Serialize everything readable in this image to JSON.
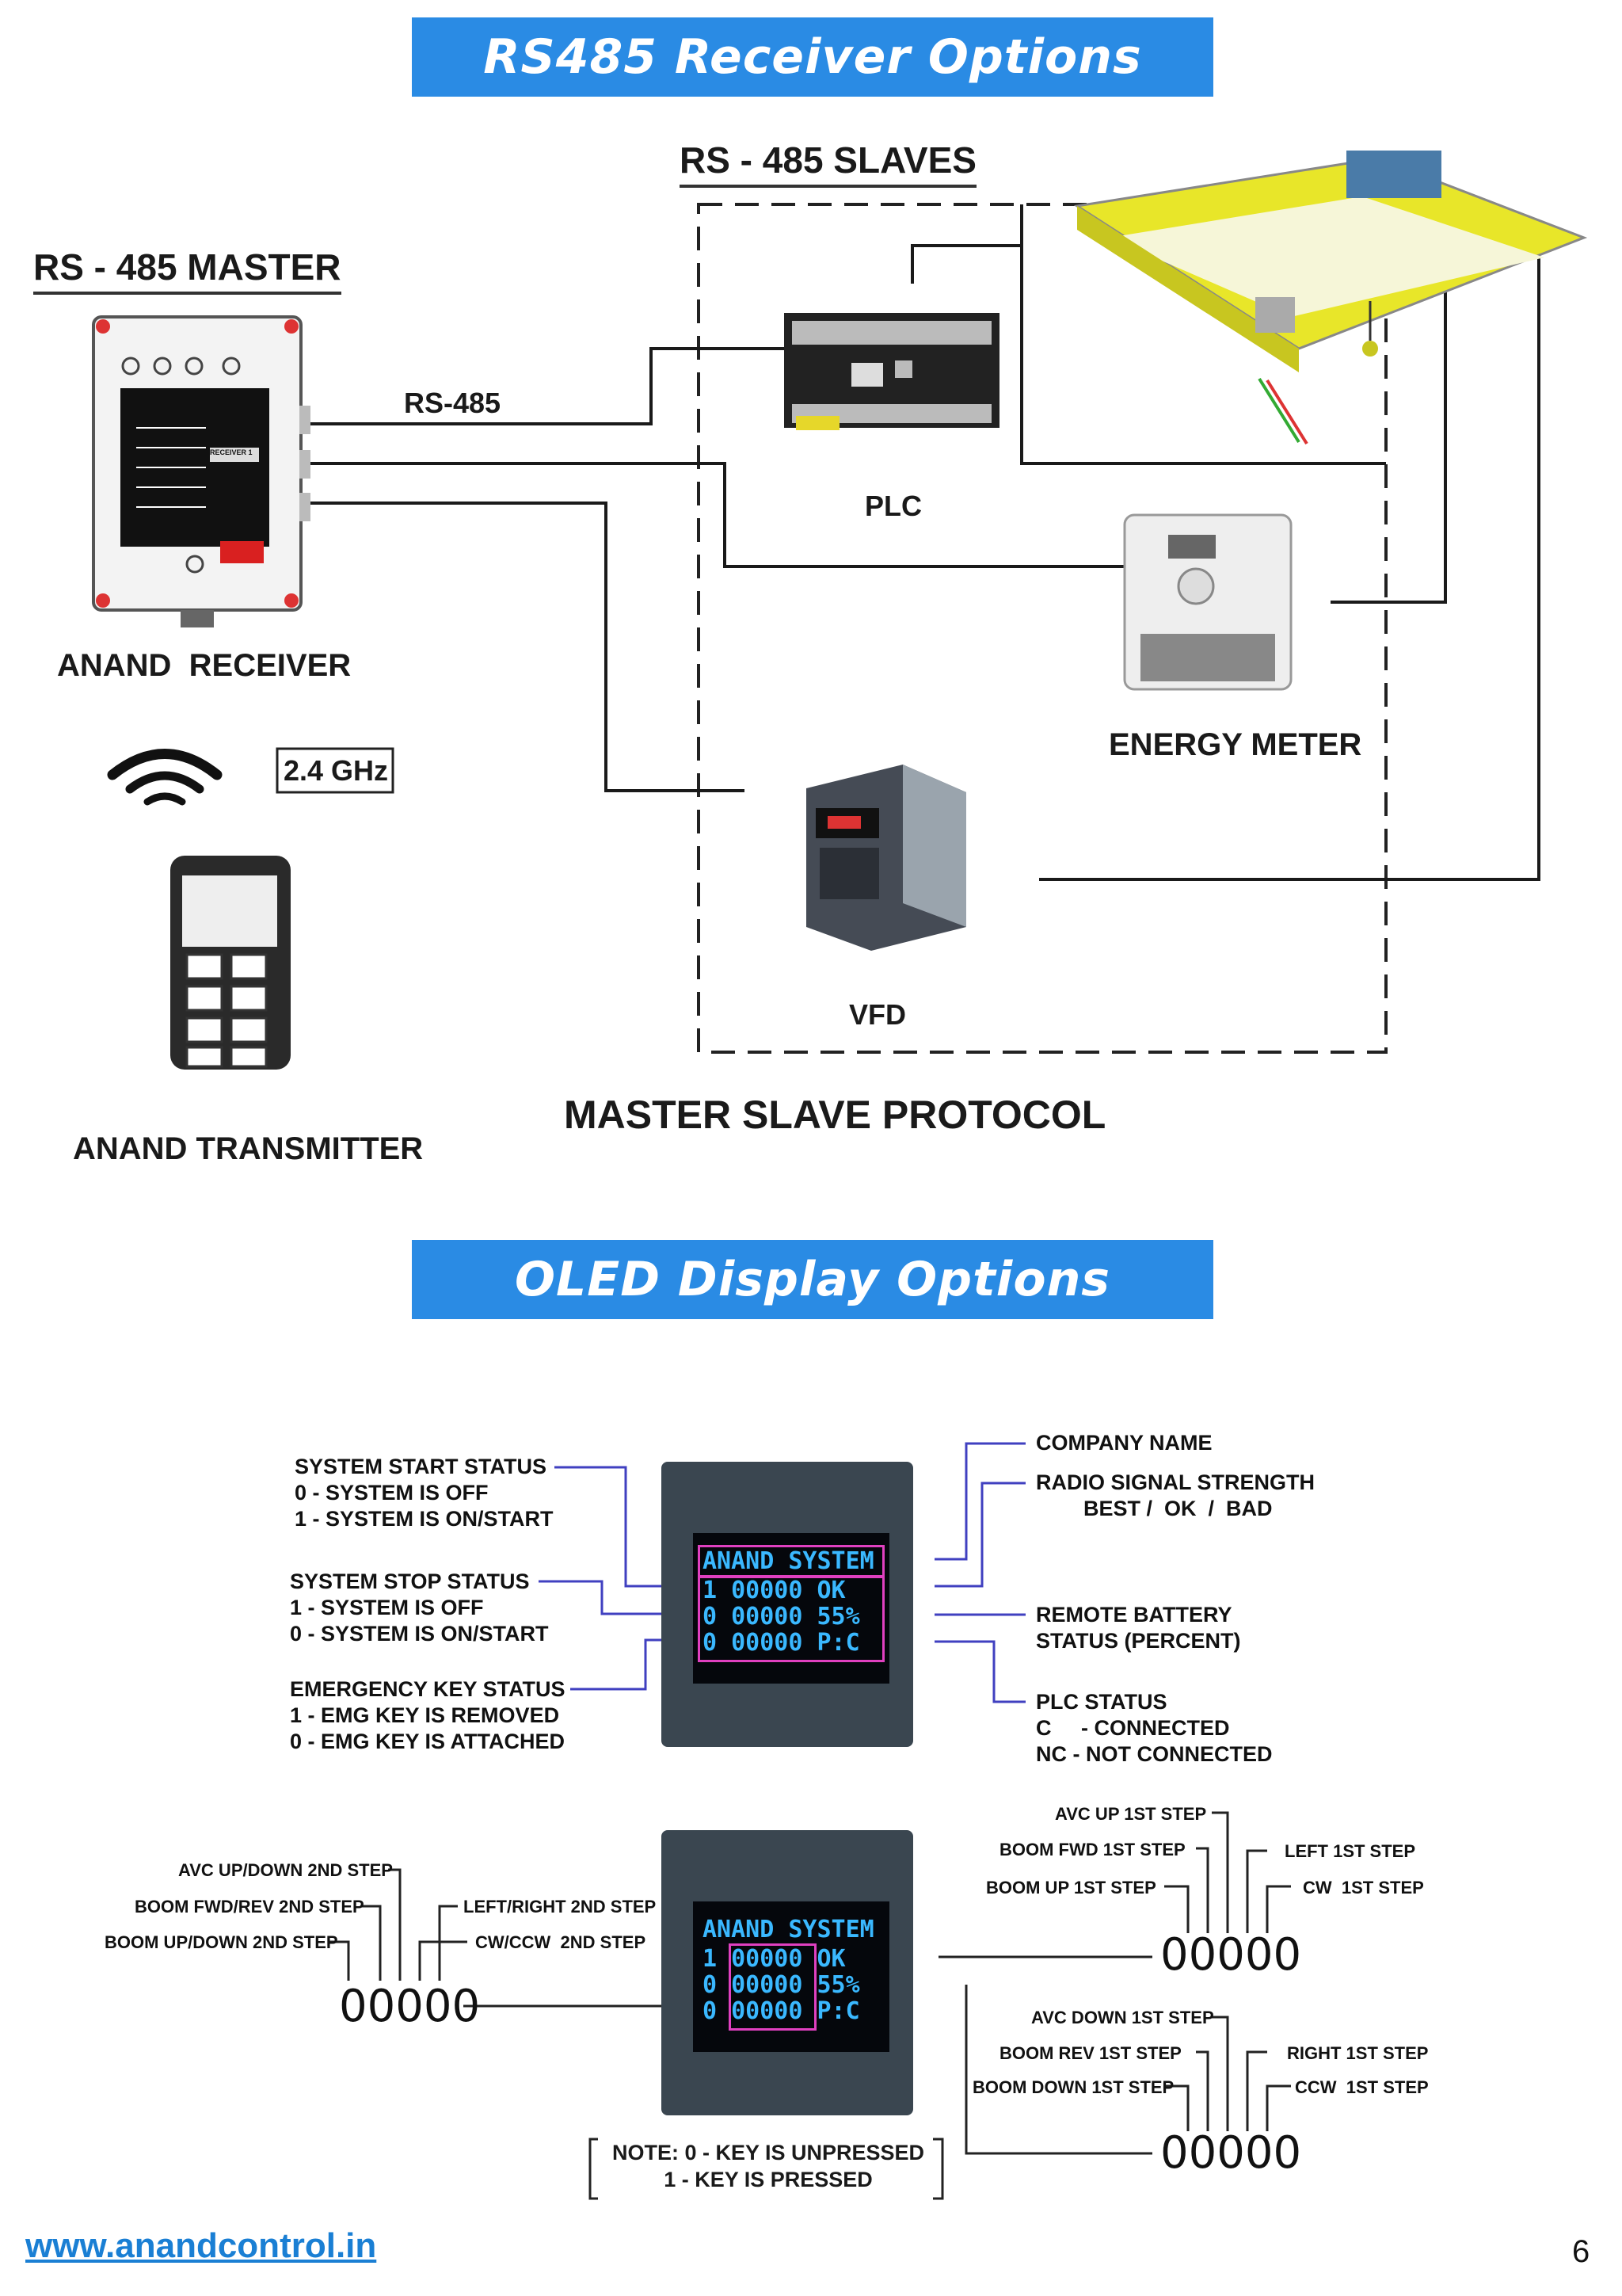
{
  "banners": {
    "rs485": "RS485 Receiver Options",
    "oled": "OLED Display Options"
  },
  "rs485": {
    "master_title": "RS - 485 MASTER",
    "slaves_title": "RS - 485 SLAVES",
    "bus_label": "RS-485",
    "receiver_label": "ANAND  RECEIVER",
    "freq_label": "2.4 GHz",
    "transmitter_label": "ANAND TRANSMITTER",
    "plc_label": "PLC",
    "energy_meter_label": "ENERGY METER",
    "vfd_label": "VFD",
    "protocol_label": "MASTER SLAVE PROTOCOL",
    "receiver_tag": "RECEIVER 1"
  },
  "oled": {
    "screen1": [
      "ANAND SYSTEM",
      "1 00000 OK",
      "0 00000 55%",
      "0 00000 P:C"
    ],
    "screen2": [
      "ANAND SYSTEM",
      "1 00000 OK",
      "0 00000 55%",
      "0 00000 P:C"
    ],
    "left_annotations": {
      "start": "SYSTEM START STATUS\n0 - SYSTEM IS OFF\n1 - SYSTEM IS ON/START",
      "stop": "SYSTEM STOP STATUS\n1 - SYSTEM IS OFF\n0 - SYSTEM IS ON/START",
      "emergency": "EMERGENCY KEY STATUS\n1 - EMG KEY IS REMOVED\n0 - EMG KEY IS ATTACHED"
    },
    "right_annotations": {
      "company": "COMPANY NAME",
      "radio": "RADIO SIGNAL STRENGTH\n        BEST /  OK  /  BAD",
      "battery": "REMOTE BATTERY\nSTATUS (PERCENT)",
      "plc": "PLC STATUS\nC     - CONNECTED\nNC - NOT CONNECTED"
    },
    "second_step": {
      "code": "00000",
      "avc": "AVC UP/DOWN 2ND STEP",
      "boom_fwd": "BOOM FWD/REV 2ND STEP",
      "boom_up": "BOOM UP/DOWN 2ND STEP",
      "left_right": "LEFT/RIGHT 2ND STEP",
      "cw_ccw": "CW/CCW  2ND STEP"
    },
    "first_step_up": {
      "code": "00000",
      "avc": "AVC UP 1ST STEP",
      "boom_fwd": "BOOM FWD 1ST STEP",
      "boom_up": "BOOM UP 1ST STEP",
      "left": "LEFT 1ST STEP",
      "cw": "CW  1ST STEP"
    },
    "first_step_down": {
      "code": "00000",
      "avc": "AVC DOWN 1ST STEP",
      "boom_rev": "BOOM REV 1ST STEP",
      "boom_down": "BOOM DOWN 1ST STEP",
      "right": "RIGHT 1ST STEP",
      "ccw": "CCW  1ST STEP"
    },
    "note": "NOTE: 0 - KEY IS UNPRESSED\n1 - KEY IS PRESSED"
  },
  "footer": {
    "url": "www.anandcontrol.in",
    "page": "6"
  },
  "colors": {
    "banner": "#2a8be4",
    "crane_yellow": "#e8e629",
    "oled_text": "#3ab8ff",
    "oled_box": "#e040c0",
    "callout_line": "#4040c0"
  }
}
